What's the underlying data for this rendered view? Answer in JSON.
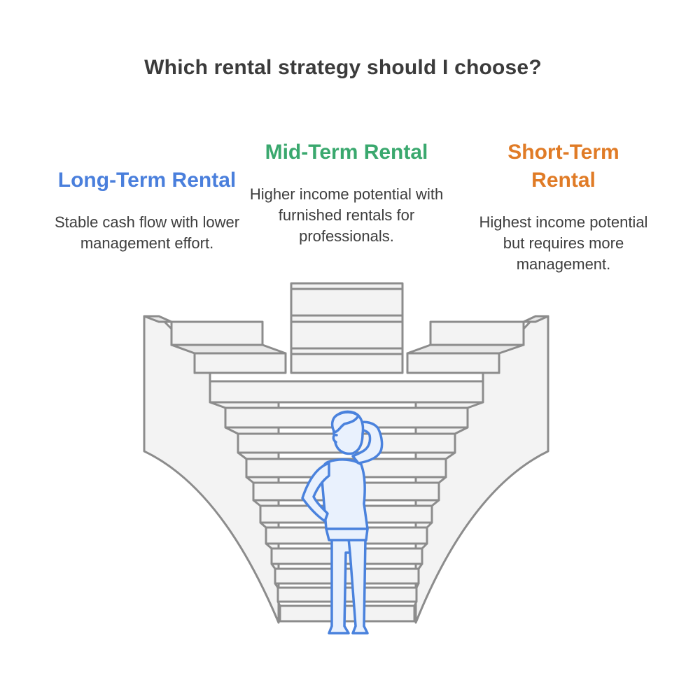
{
  "title": "Which rental strategy should I choose?",
  "options": [
    {
      "heading": "Long-Term Rental",
      "description": "Stable cash flow with lower management effort.",
      "color": "#4a7fdc"
    },
    {
      "heading": "Mid-Term Rental",
      "description": "Higher income potential with furnished rentals for professionals.",
      "color": "#3aa86e"
    },
    {
      "heading": "Short-Term Rental",
      "description": "Highest income potential but requires more management.",
      "color": "#e07b26"
    }
  ],
  "illustration": {
    "stair_color": "#f3f3f3",
    "stair_stroke": "#8c8c8c",
    "person_fill": "#e9f1fd",
    "person_stroke": "#4a82dd",
    "icon": "person-thinking-icon"
  }
}
